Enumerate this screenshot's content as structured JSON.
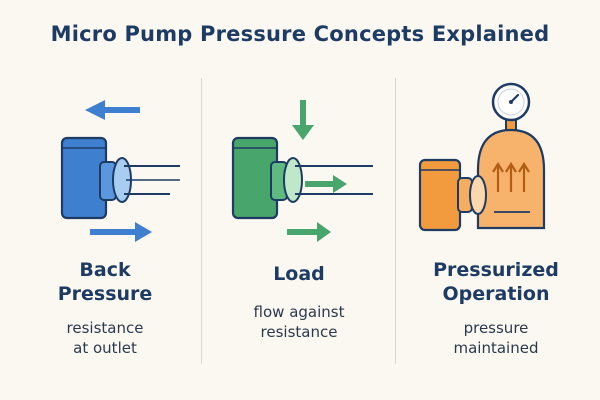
{
  "title": "Micro Pump Pressure Concepts Explained",
  "colors": {
    "title": "#1d3b63",
    "back_pressure_accent": "#3f7fd0",
    "load_accent": "#48a56b",
    "pressurized_accent": "#f19a3e"
  },
  "panels": [
    {
      "heading_line1": "Back",
      "heading_line2": "Pressure",
      "desc_line1": "resistance",
      "desc_line2": "at outlet"
    },
    {
      "heading_line1": "Load",
      "desc_line1": "flow against",
      "desc_line2": "resistance"
    },
    {
      "heading_line1": "Pressurized",
      "heading_line2": "Operation",
      "desc_line1": "pressure",
      "desc_line2": "maintained"
    }
  ]
}
